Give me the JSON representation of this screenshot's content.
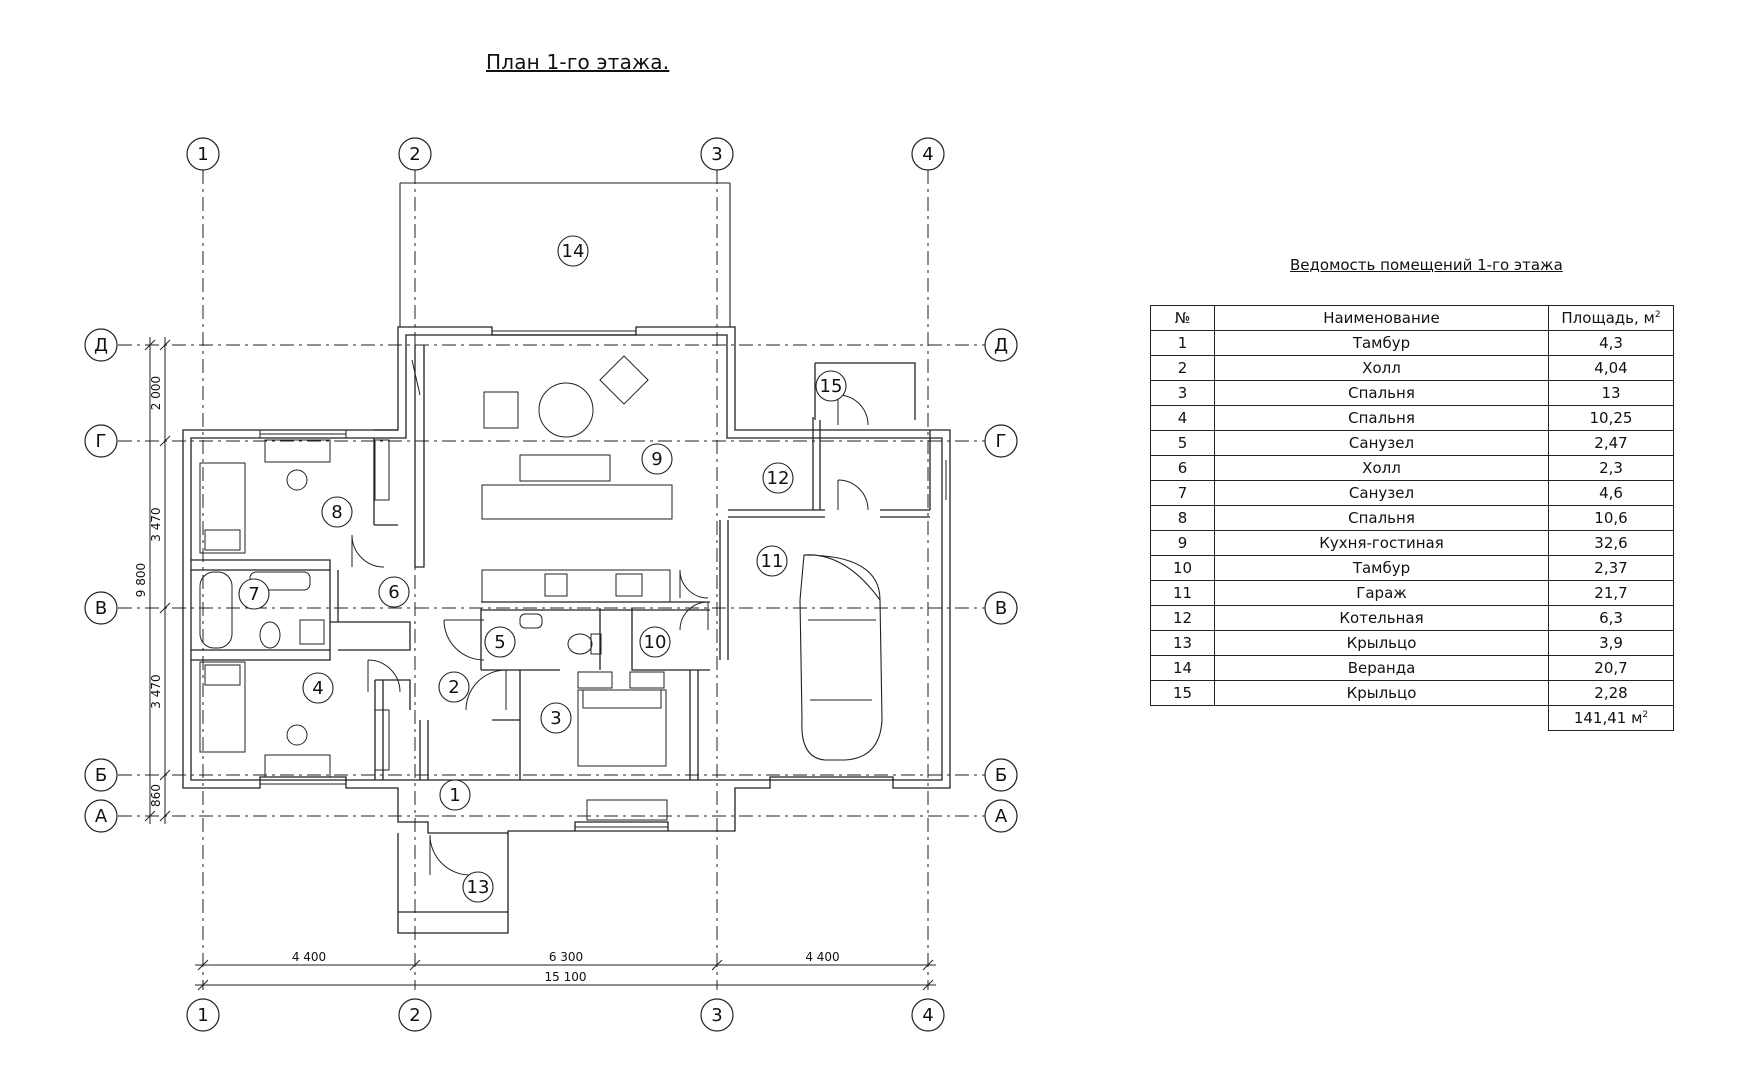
{
  "plan": {
    "title": "План 1-го этажа.",
    "axes_vertical": [
      "1",
      "2",
      "3",
      "4"
    ],
    "axes_horizontal": [
      "Д",
      "Г",
      "В",
      "Б",
      "А"
    ],
    "dims_bottom": [
      "4 400",
      "6 300",
      "4 400"
    ],
    "dim_total": "15 100",
    "dims_left": [
      "2 000",
      "3 470",
      "3 470",
      "860"
    ],
    "dim_left_total": "9 800",
    "room_numbers": [
      "1",
      "2",
      "3",
      "4",
      "5",
      "6",
      "7",
      "8",
      "9",
      "10",
      "11",
      "12",
      "13",
      "14",
      "15"
    ]
  },
  "schedule": {
    "title": "Ведомость помещений 1-го этажа",
    "headers": {
      "num": "№",
      "name": "Наименование",
      "area": "Площадь, м",
      "area_sup": "2"
    },
    "rows": [
      {
        "num": "1",
        "name": "Тамбур",
        "area": "4,3"
      },
      {
        "num": "2",
        "name": "Холл",
        "area": "4,04"
      },
      {
        "num": "3",
        "name": "Спальня",
        "area": "13"
      },
      {
        "num": "4",
        "name": "Спальня",
        "area": "10,25"
      },
      {
        "num": "5",
        "name": "Санузел",
        "area": "2,47"
      },
      {
        "num": "6",
        "name": "Холл",
        "area": "2,3"
      },
      {
        "num": "7",
        "name": "Санузел",
        "area": "4,6"
      },
      {
        "num": "8",
        "name": "Спальня",
        "area": "10,6"
      },
      {
        "num": "9",
        "name": "Кухня-гостиная",
        "area": "32,6"
      },
      {
        "num": "10",
        "name": "Тамбур",
        "area": "2,37"
      },
      {
        "num": "11",
        "name": "Гараж",
        "area": "21,7"
      },
      {
        "num": "12",
        "name": "Котельная",
        "area": "6,3"
      },
      {
        "num": "13",
        "name": "Крыльцо",
        "area": "3,9"
      },
      {
        "num": "14",
        "name": "Веранда",
        "area": "20,7"
      },
      {
        "num": "15",
        "name": "Крыльцо",
        "area": "2,28"
      }
    ],
    "total": {
      "area": "141,41 м",
      "sup": "2"
    }
  }
}
